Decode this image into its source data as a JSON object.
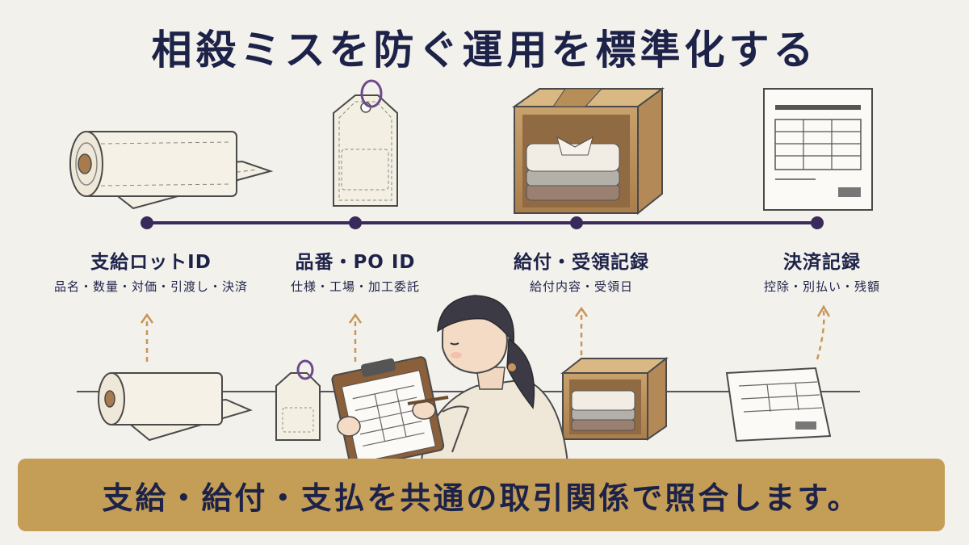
{
  "title": "相殺ミスを防ぐ運用を標準化する",
  "stages": [
    {
      "label": "支給ロットID",
      "desc": "品名・数量・対価・引渡し・決済",
      "icon": "fabric-roll-icon"
    },
    {
      "label": "品番・PO ID",
      "desc": "仕様・工場・加工委託",
      "icon": "garment-tag-icon"
    },
    {
      "label": "給付・受領記録",
      "desc": "給付内容・受領日",
      "icon": "shirt-box-icon"
    },
    {
      "label": "決済記録",
      "desc": "控除・別払い・残額",
      "icon": "document-icon"
    }
  ],
  "banner": "支給・給付・支払を共通の取引関係で照合します。",
  "colors": {
    "timeline": "#3a2a5c",
    "banner": "#c49d56",
    "text": "#1d2248",
    "arrow": "#c9955a"
  }
}
